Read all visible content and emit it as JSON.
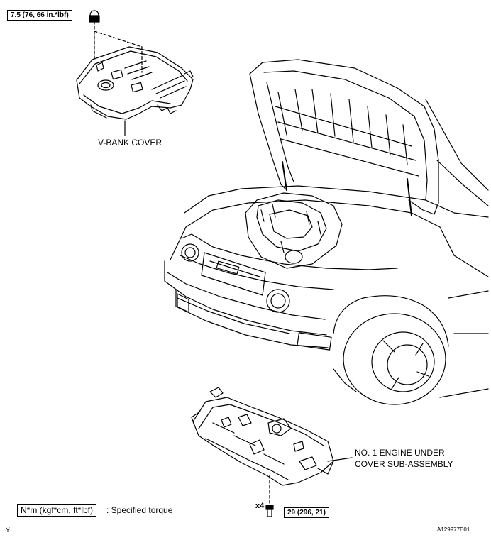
{
  "callouts": {
    "vbank_torque": "7.5 (76, 66 in.*lbf)",
    "vbank_label": "V-BANK COVER",
    "under_label_line1": "NO. 1 ENGINE UNDER",
    "under_label_line2": "COVER SUB-ASSEMBLY",
    "bolt_qty": "x4",
    "under_torque": "29 (296, 21)"
  },
  "legend": {
    "unit_box": "N*m (kgf*cm, ft*lbf)",
    "unit_text": ": Specified torque"
  },
  "footer": {
    "left_code": "Y",
    "figure_id": "A129977E01"
  },
  "icons": [
    "torque-lock-nut-icon",
    "bolt-icon"
  ]
}
